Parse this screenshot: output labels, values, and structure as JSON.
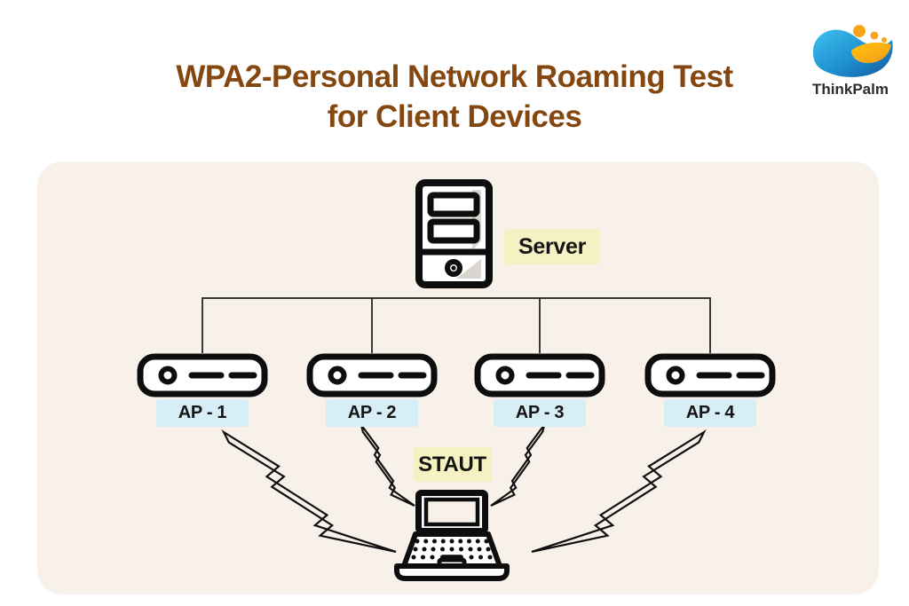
{
  "title": {
    "line1": "WPA2-Personal Network Roaming Test",
    "line2": "for Client Devices",
    "color": "#84470f"
  },
  "logo": {
    "text": "ThinkPalm",
    "colors": {
      "blue_light": "#35b8e8",
      "blue_dark": "#155a9e",
      "orange": "#f9a51b",
      "text": "#2d2d2d"
    }
  },
  "diagram": {
    "panel_bg": "#f8f1ea",
    "line_color": "#1a1a1a",
    "icon_stroke": "#0d0d0d",
    "label_yellow_bg": "#f6f1c3",
    "label_blue_bg": "#d7eef7",
    "server": {
      "label": "Server",
      "icon": "server-icon"
    },
    "aps": [
      {
        "id": "ap-1",
        "label": "AP - 1",
        "icon": "access-point-icon"
      },
      {
        "id": "ap-2",
        "label": "AP - 2",
        "icon": "access-point-icon"
      },
      {
        "id": "ap-3",
        "label": "AP - 3",
        "icon": "access-point-icon"
      },
      {
        "id": "ap-4",
        "label": "AP - 4",
        "icon": "access-point-icon"
      }
    ],
    "staut": {
      "label": "STAUT",
      "icon": "laptop-icon"
    },
    "connections": {
      "wired": [
        "server to AP - 1",
        "server to AP - 2",
        "server to AP - 3",
        "server to AP - 4"
      ],
      "wireless": [
        "AP - 1 to STAUT",
        "AP - 2 to STAUT",
        "AP - 3 to STAUT",
        "AP - 4 to STAUT"
      ],
      "wireless_symbol": "lightning-bolt-icon"
    }
  }
}
